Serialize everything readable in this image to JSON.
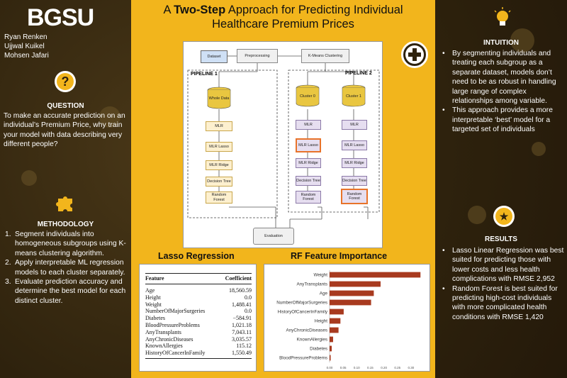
{
  "header": {
    "logo": "BGSU",
    "authors": [
      "Ryan Renken",
      "Ujjwal Kuikel",
      "Mohsen Jafari"
    ],
    "title_pre": "A ",
    "title_bold": "Two-Step",
    "title_post": " Approach for Predicting Individual",
    "title_line2": "Healthcare Premium Prices"
  },
  "question": {
    "icon": "question-icon",
    "heading": "QUESTION",
    "text": "To make an accurate prediction on an individual’s Premium Price, why train your model with data describing very different people?"
  },
  "methodology": {
    "icon": "puzzle-icon",
    "heading": "METHODOLOGY",
    "items": [
      "Segment individuals into homogeneous subgroups using K-means clustering algorithm.",
      "Apply interpretable ML regression models to each cluster separately.",
      "Evaluate prediction accuracy and determine the best model for each distinct cluster."
    ]
  },
  "intuition": {
    "icon": "lightbulb-icon",
    "heading": "INTUITION",
    "items": [
      "By segmenting individuals and treating each subgroup as a separate dataset, models don’t need to be as robust in handling large range of complex relationships among variable.",
      "This approach provides a more interpretable ‘best’ model for a targeted set of individuals"
    ]
  },
  "results": {
    "icon": "award-icon",
    "heading": "RESULTS",
    "items": [
      "Lasso Linear Regression was best suited for predicting those with lower costs and less health complications with RMSE 2,952",
      "Random Forest is best suited for predicting high-cost individuals with more complicated health conditions with RMSE 1,420"
    ]
  },
  "diagram": {
    "dataset": "Dataset",
    "preprocessing": "Preprocessing",
    "kmeans": "K-Means Clustering",
    "pipeline1": "PIPELINE 1",
    "pipeline2": "PIPELINE 2",
    "whole_data": "Whole Data",
    "cluster0": "Cluster 0",
    "cluster1": "Cluster 1",
    "models": [
      "MLR",
      "MLR Lasso",
      "MLR Ridge",
      "Decision Tree",
      "Random Forest"
    ],
    "evaluation": "Evaluation",
    "highlight_color": "#e8732a"
  },
  "lasso": {
    "heading": "Lasso Regression",
    "col_feature": "Feature",
    "col_coef": "Coefficient",
    "rows": [
      [
        "Age",
        "18,560.59"
      ],
      [
        "Height",
        "0.0"
      ],
      [
        "Weight",
        "1,488.41"
      ],
      [
        "NumberOfMajorSurgeries",
        "0.0"
      ],
      [
        "Diabetes",
        "−584.91"
      ],
      [
        "BloodPressureProblems",
        "1,021.18"
      ],
      [
        "AnyTransplants",
        "7,043.11"
      ],
      [
        "AnyChronicDiseases",
        "3,035.57"
      ],
      [
        "KnownAllergies",
        "115.12"
      ],
      [
        "HistoryOfCancerInFamily",
        "1,550.49"
      ]
    ]
  },
  "rf": {
    "heading": "RF Feature Importance"
  },
  "chart_data": {
    "type": "bar",
    "orientation": "horizontal",
    "categories": [
      "Weight",
      "AnyTransplants",
      "Age",
      "NumberOfMajorSurgeries",
      "HistoryOfCancerInFamily",
      "Height",
      "AnyChronicDiseases",
      "KnownAllergies",
      "Diabetes",
      "BloodPressureProblems"
    ],
    "values": [
      0.335,
      0.188,
      0.163,
      0.153,
      0.052,
      0.04,
      0.033,
      0.013,
      0.008,
      0.004
    ],
    "xticks": [
      "0.00",
      "0.05",
      "0.10",
      "0.15",
      "0.20",
      "0.25",
      "0.30"
    ],
    "xlim": [
      0,
      0.35
    ],
    "bar_color": "#a83a1f",
    "title": "RF Feature Importance"
  }
}
